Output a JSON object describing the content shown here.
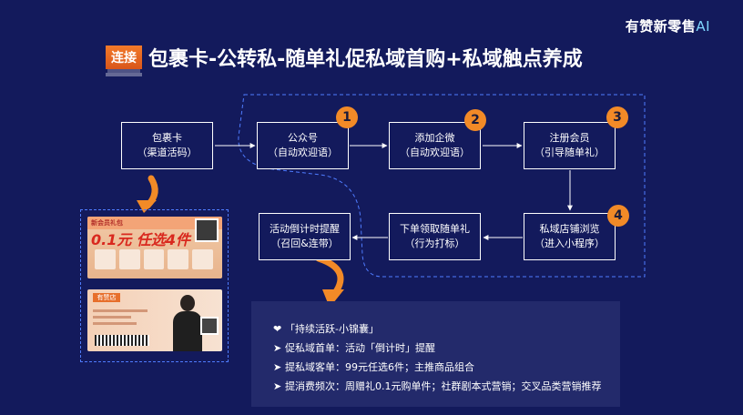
{
  "brand": {
    "text": "有赞新零售",
    "ai": "AI"
  },
  "tag": "连接",
  "title": "包裹卡-公转私-随单礼促私域首购+私域触点养成",
  "flow": {
    "boxes": [
      {
        "line1": "包裹卡",
        "line2": "（渠道活码）"
      },
      {
        "line1": "公众号",
        "line2": "（自动欢迎语）"
      },
      {
        "line1": "添加企微",
        "line2": "（自动欢迎语）"
      },
      {
        "line1": "注册会员",
        "line2": "（引导随单礼）"
      },
      {
        "line1": "私域店铺浏览",
        "line2": "（进入小程序）"
      },
      {
        "line1": "下单领取随单礼",
        "line2": "（行为打标）"
      },
      {
        "line1": "活动倒计时提醒",
        "line2": "（召回&连带）"
      }
    ],
    "badges": [
      "1",
      "2",
      "3",
      "4"
    ]
  },
  "card1": {
    "header": "新会员礼包",
    "headline": "0.1元 任选4件"
  },
  "card2": {
    "logo": "有赞店"
  },
  "panel": {
    "rows": [
      {
        "icon": "❤",
        "text": "「持续活跃-小锦囊」"
      },
      {
        "icon": "➤",
        "text": "促私域首单：活动「倒计时」提醒"
      },
      {
        "icon": "➤",
        "text": "提私域客单：99元任选6件；主推商品组合"
      },
      {
        "icon": "➤",
        "text": "提消费频次：周赠礼0.1元购单件；社群剧本式营销；交叉品类营销推荐"
      }
    ]
  },
  "colors": {
    "background": "#131a5c",
    "accent": "#f28a27",
    "dashed": "#4f7cff",
    "panel": "#232a6b"
  }
}
